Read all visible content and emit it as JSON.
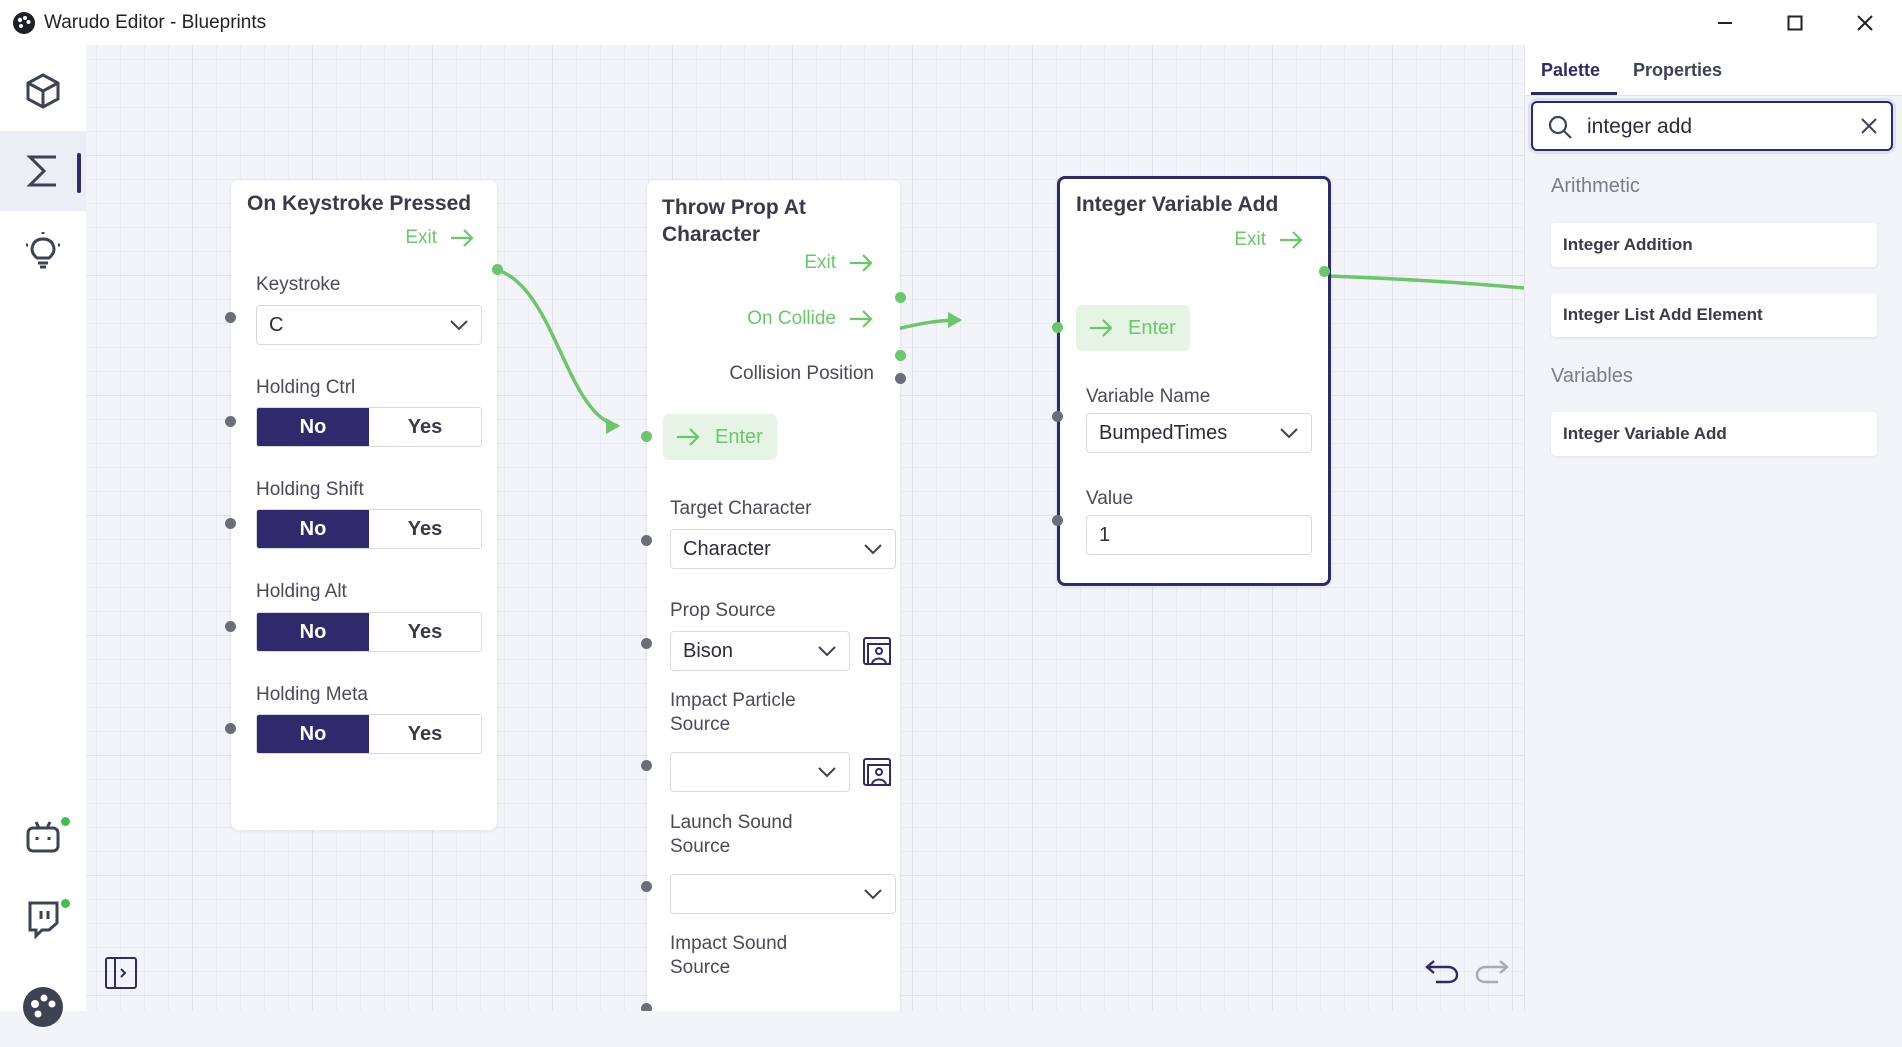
{
  "window": {
    "title": "Warudo Editor - Blueprints"
  },
  "palette": {
    "tabs": [
      "Palette",
      "Properties"
    ],
    "search_value": "integer add",
    "sections": [
      {
        "title": "Arithmetic",
        "items": [
          "Integer Addition",
          "Integer List Add Element"
        ]
      },
      {
        "title": "Variables",
        "items": [
          "Integer Variable Add"
        ]
      }
    ]
  },
  "nodes": {
    "keystroke": {
      "title": "On Keystroke Pressed",
      "exit": "Exit",
      "keystroke_label": "Keystroke",
      "keystroke_value": "C",
      "toggles": [
        {
          "label": "Holding Ctrl",
          "no": "No",
          "yes": "Yes"
        },
        {
          "label": "Holding Shift",
          "no": "No",
          "yes": "Yes"
        },
        {
          "label": "Holding Alt",
          "no": "No",
          "yes": "Yes"
        },
        {
          "label": "Holding Meta",
          "no": "No",
          "yes": "Yes"
        }
      ]
    },
    "throw": {
      "title": "Throw Prop At Character",
      "exit": "Exit",
      "on_collide": "On Collide",
      "collision_position": "Collision Position",
      "enter": "Enter",
      "target_label": "Target Character",
      "target_value": "Character",
      "prop_label": "Prop Source",
      "prop_value": "Bison",
      "impact_particle_label": "Impact Particle Source",
      "impact_particle_value": "",
      "launch_sound_label": "Launch Sound Source",
      "launch_sound_value": "",
      "impact_sound_label": "Impact Sound Source"
    },
    "intadd": {
      "title": "Integer Variable Add",
      "exit": "Exit",
      "enter": "Enter",
      "varname_label": "Variable Name",
      "varname_value": "BumpedTimes",
      "value_label": "Value",
      "value_value": "1"
    }
  },
  "icons": {
    "sidebar": [
      "cube-icon",
      "sigma-icon",
      "lightbulb-icon",
      "robot-icon",
      "twitch-icon",
      "palette-logo-icon"
    ],
    "canvas_tools": [
      "toggle-panel-icon",
      "undo-icon",
      "redo-icon"
    ]
  },
  "colors": {
    "accent": "#2e2a6b",
    "flow": "#6cc66a",
    "online": "#3fc04c"
  }
}
